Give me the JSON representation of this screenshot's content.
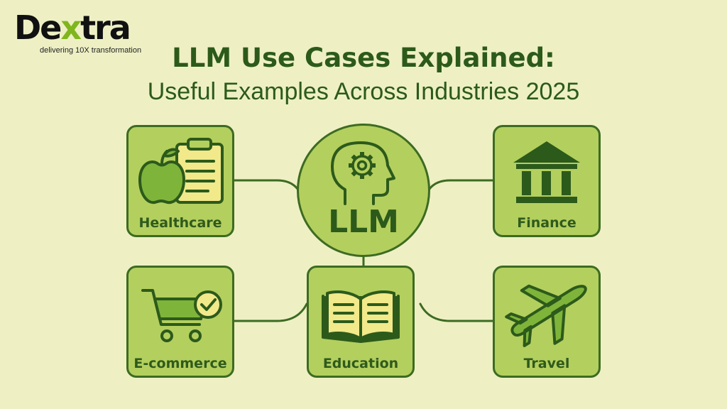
{
  "brand": {
    "name_main": "De",
    "name_x": "x",
    "name_tail": "tra",
    "tagline": "delivering 10X transformation"
  },
  "header": {
    "title": "LLM Use Cases Explained:",
    "subtitle": "Useful Examples Across Industries 2025"
  },
  "hub": {
    "label": "LLM",
    "icon": "head-gear-icon"
  },
  "cards": [
    {
      "label": "Healthcare",
      "icon": "apple-clipboard-icon"
    },
    {
      "label": "Finance",
      "icon": "bank-icon"
    },
    {
      "label": "E-commerce",
      "icon": "shopping-cart-check-icon"
    },
    {
      "label": "Education",
      "icon": "open-book-icon"
    },
    {
      "label": "Travel",
      "icon": "airplane-icon"
    }
  ],
  "colors": {
    "background": "#eef0c4",
    "card_fill": "#b3cf5e",
    "card_border": "#3d6b22",
    "text_dark_green": "#2c5a1b",
    "brand_accent": "#7fb61d"
  }
}
